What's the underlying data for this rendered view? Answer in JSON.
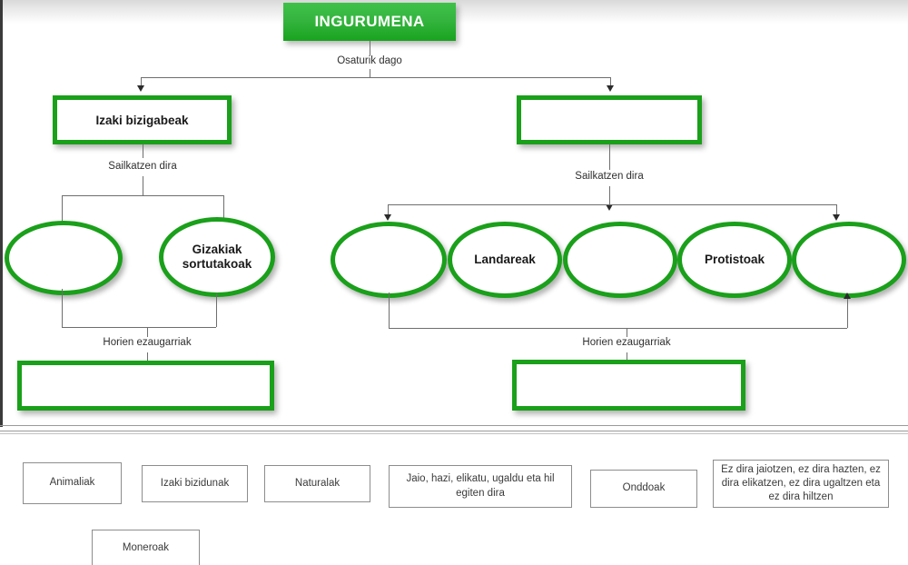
{
  "title_banner": {
    "label": "INGURUMENA"
  },
  "nodes": {
    "box_living_left": {
      "label": "Izaki bizigabeak"
    },
    "box_right_top": {
      "label": ""
    },
    "ellipse_l1": {
      "label": ""
    },
    "ellipse_l2": {
      "label": "Gizakiak sortutakoak"
    },
    "ellipse_r1": {
      "label": ""
    },
    "ellipse_r2": {
      "label": "Landareak"
    },
    "ellipse_r3": {
      "label": ""
    },
    "ellipse_r4": {
      "label": "Protistoak"
    },
    "ellipse_r5": {
      "label": ""
    },
    "box_bottom_left": {
      "label": ""
    },
    "box_bottom_right": {
      "label": ""
    }
  },
  "edge_labels": {
    "top": "Osaturik dago",
    "left_classify": "Sailkatzen dira",
    "right_classify": "Sailkatzen dira",
    "left_features": "Horien ezaugarriak",
    "right_features": "Horien ezaugarriak"
  },
  "word_bank": {
    "items": [
      {
        "text": "Animaliak"
      },
      {
        "text": "Izaki bizidunak"
      },
      {
        "text": "Naturalak"
      },
      {
        "text": "Jaio, hazi, elikatu, ugaldu eta hil egiten dira"
      },
      {
        "text": "Onddoak"
      },
      {
        "text": "Ez dira jaiotzen, ez dira hazten, ez dira elikatzen, ez dira ugaltzen eta ez dira hiltzen"
      },
      {
        "text": "Moneroak"
      }
    ]
  },
  "colors": {
    "green_border": "#1aa01a",
    "banner_green": "#35b53f",
    "connector": "#6e6e6e",
    "arrow": "#2b2b2b",
    "word_box_border": "#8d8d8d"
  }
}
